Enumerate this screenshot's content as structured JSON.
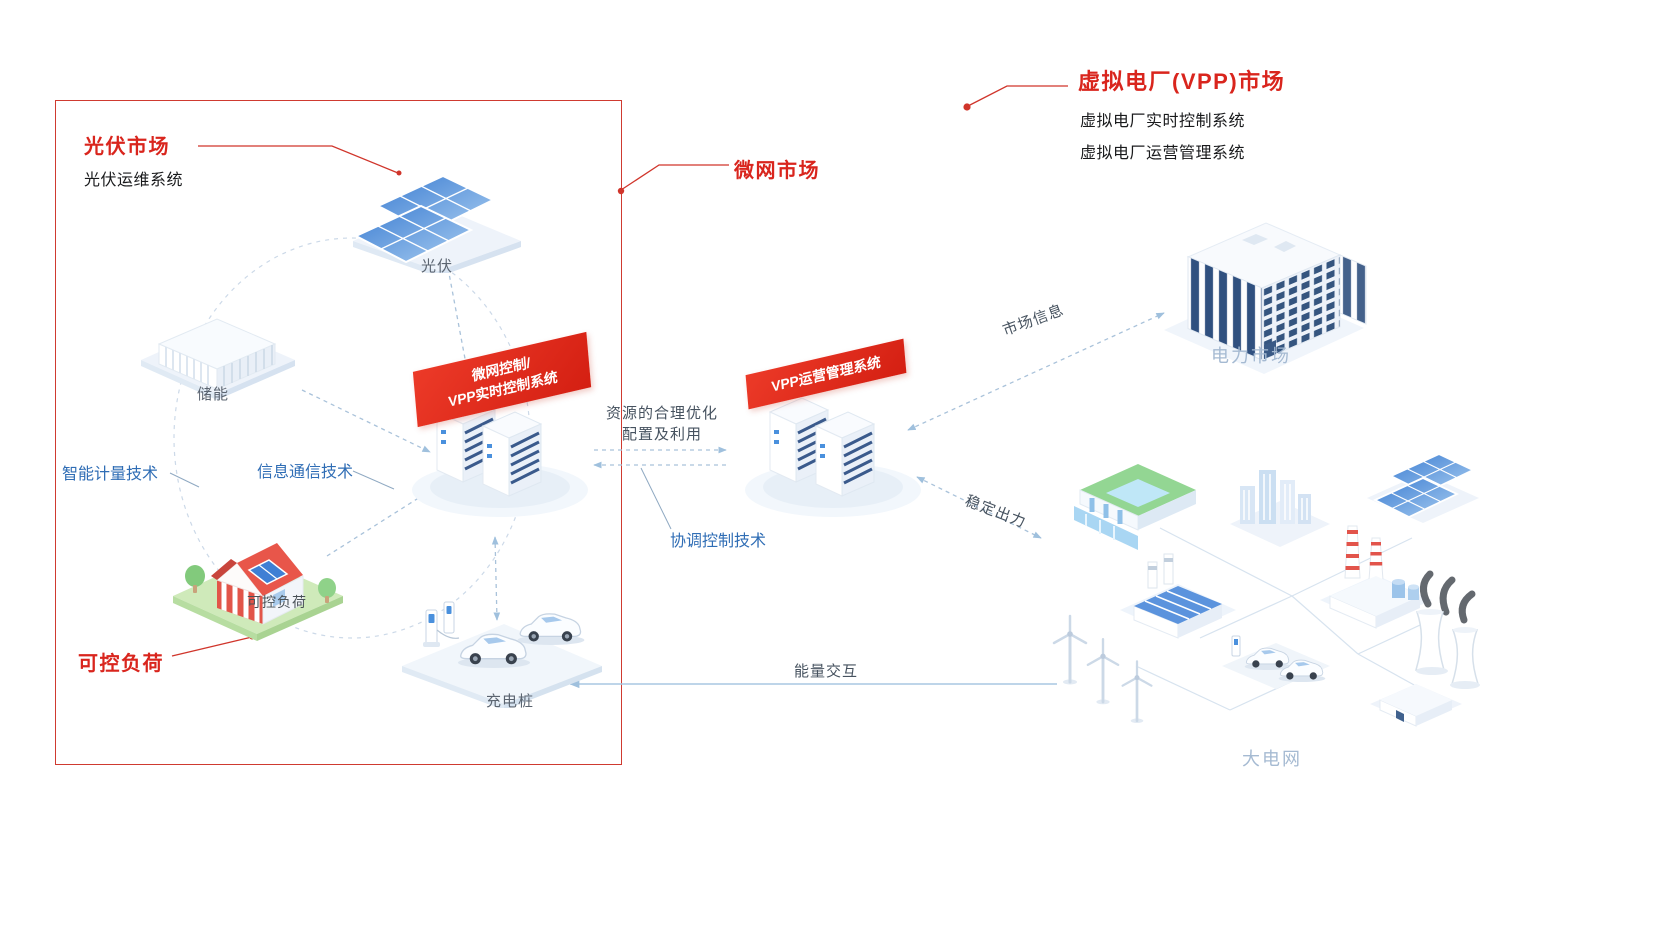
{
  "colors": {
    "accent_red": "#d9251d",
    "banner_red": "#e0251b",
    "tech_label_blue": "#2f6db5",
    "muted_label_blue": "#a5bad2",
    "dashed_line_blue": "#a9c2da"
  },
  "microgrid": {
    "market_title": "微网市场",
    "pv_market_title": "光伏市场",
    "pv_om_system": "光伏运维系统",
    "load_title": "可控负荷",
    "node_pv": "光伏",
    "node_storage": "储能",
    "node_house_ground": "可控负荷",
    "node_charging": "充电桩",
    "server_banner_line1": "微网控制/",
    "server_banner_line2": "VPP实时控制系统",
    "smart_metering": "智能计量技术",
    "ict": "信息通信技术"
  },
  "vpp": {
    "server_banner": "VPP运营管理系统",
    "market_title": "虚拟电厂(VPP)市场",
    "subtitle1": "虚拟电厂实时控制系统",
    "subtitle2": "虚拟电厂运营管理系统"
  },
  "edges": {
    "resource_line1": "资源的合理优化",
    "resource_line2": "配置及利用",
    "coordination": "协调控制技术",
    "market_info": "市场信息",
    "stable_output": "稳定出力",
    "energy_exchange": "能量交互"
  },
  "right": {
    "power_market": "电力市场",
    "big_grid": "大电网"
  }
}
